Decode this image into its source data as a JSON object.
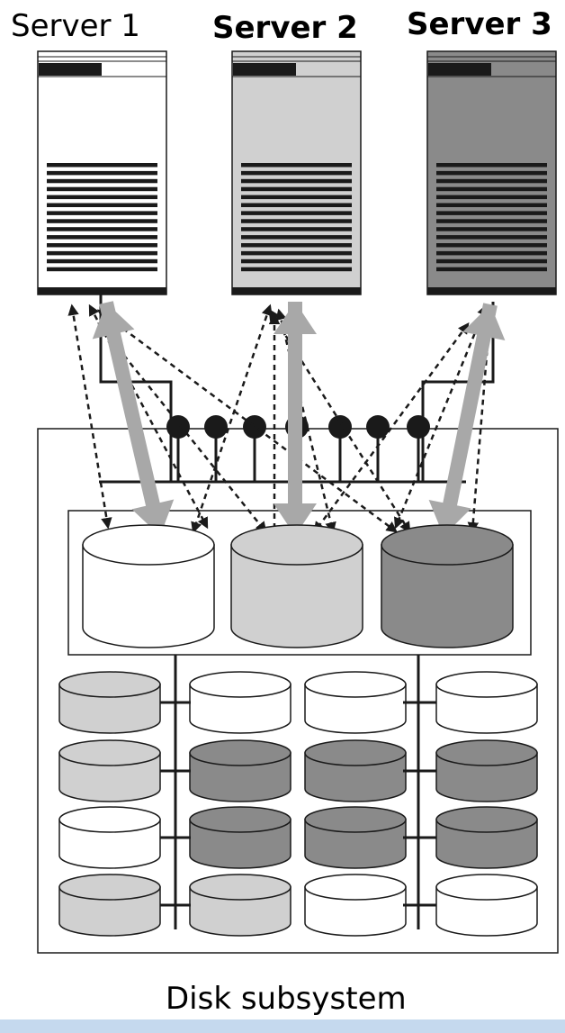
{
  "servers": [
    {
      "label": "Server 1",
      "color": "#ffffff"
    },
    {
      "label": "Server 2",
      "color": "#d0d0d0"
    },
    {
      "label": "Server 3",
      "color": "#8a8a8a"
    }
  ],
  "footer_label": "Disk subsystem",
  "colors": {
    "stroke": "#1a1a1a",
    "arrow_gray": "#a8a8a8",
    "disk_white": "#ffffff",
    "disk_light": "#d0d0d0",
    "disk_dark": "#8a8a8a",
    "bottom_bar": "#c5d9ee"
  },
  "disk_grid": [
    [
      "light",
      "white",
      "white",
      "white"
    ],
    [
      "light",
      "dark",
      "dark",
      "dark"
    ],
    [
      "white",
      "dark",
      "dark",
      "dark"
    ],
    [
      "light",
      "light",
      "white",
      "white"
    ]
  ]
}
